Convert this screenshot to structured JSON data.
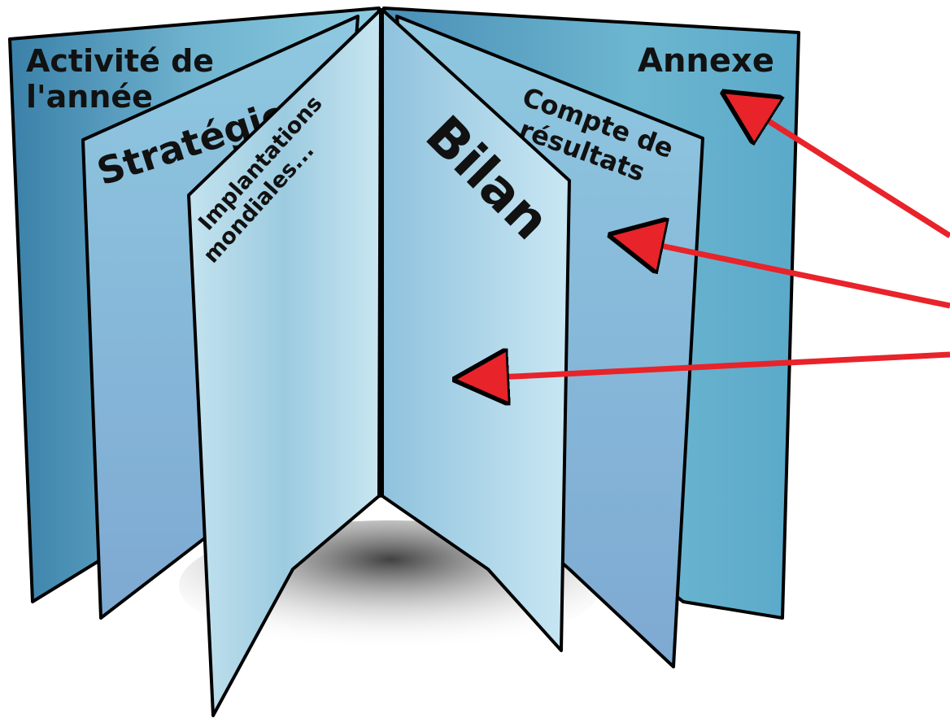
{
  "booklet": {
    "pages": {
      "activite": {
        "line1": "Activité de",
        "line2": "l'année"
      },
      "strategie": {
        "label": "Stratégie"
      },
      "implantations": {
        "line1": "Implantations",
        "line2": "mondiales..."
      },
      "bilan": {
        "label": "Bilan"
      },
      "compte": {
        "line1": "Compte de",
        "line2": "résultats"
      },
      "annexe": {
        "label": "Annexe"
      }
    },
    "arrows": {
      "color": "#e8232a",
      "targets": [
        "annexe",
        "compte",
        "bilan"
      ]
    }
  }
}
